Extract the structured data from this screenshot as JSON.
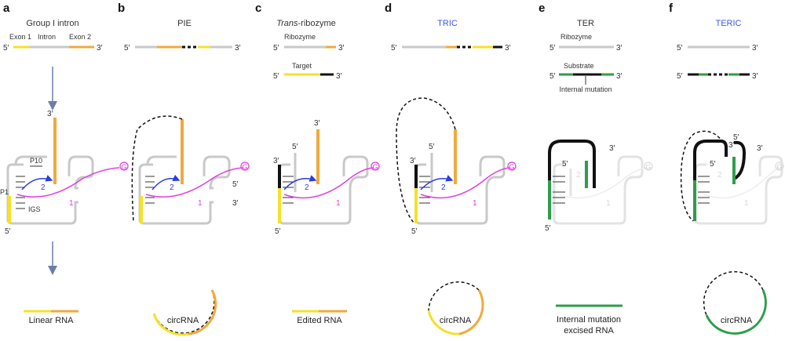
{
  "panels": {
    "a": {
      "letter": "a",
      "title": "Group I intron",
      "labels": {
        "exon1": "Exon 1",
        "intron": "Intron",
        "exon2": "Exon 2",
        "five": "5′",
        "three": "3′",
        "p10": "P10",
        "p1": "P1",
        "igs": "IGS",
        "g": "G",
        "step1": "1",
        "step2": "2"
      },
      "result": "Linear RNA"
    },
    "b": {
      "letter": "b",
      "title": "PIE",
      "labels": {
        "five": "5′",
        "three": "3′",
        "g": "G",
        "step1": "1",
        "step2": "2"
      },
      "result": "circRNA"
    },
    "c": {
      "letter": "c",
      "title_italic": "Trans",
      "title_rest": "-ribozyme",
      "labels": {
        "ribozyme": "Ribozyme",
        "target": "Target",
        "five": "5′",
        "three": "3′",
        "g": "G",
        "step1": "1",
        "step2": "2"
      },
      "result": "Edited RNA"
    },
    "d": {
      "letter": "d",
      "title": "TRIC",
      "labels": {
        "five": "5′",
        "three": "3′",
        "g": "G",
        "step1": "1",
        "step2": "2"
      },
      "result": "circRNA"
    },
    "e": {
      "letter": "e",
      "title": "TER",
      "labels": {
        "ribozyme": "Ribozyme",
        "substrate": "Substrate",
        "internal_mutation": "Internal mutation",
        "five": "5′",
        "three": "3′",
        "g": "G",
        "step1": "1",
        "step2": "2"
      },
      "result_line1": "Internal mutation",
      "result_line2": "excised RNA"
    },
    "f": {
      "letter": "f",
      "title": "TERIC",
      "labels": {
        "five": "5′",
        "three": "3′",
        "g": "G",
        "step1": "1",
        "step2": "2"
      },
      "result": "circRNA"
    }
  },
  "colors": {
    "grey": "#c9c9c9",
    "orange": "#f2a93b",
    "yellow": "#f5e12a",
    "black": "#111111",
    "green": "#2e9e4a",
    "magenta": "#e040e0",
    "blue": "#2a3fe0",
    "title_blue": "#3a5be0",
    "arrow": "#6a7fa8"
  }
}
